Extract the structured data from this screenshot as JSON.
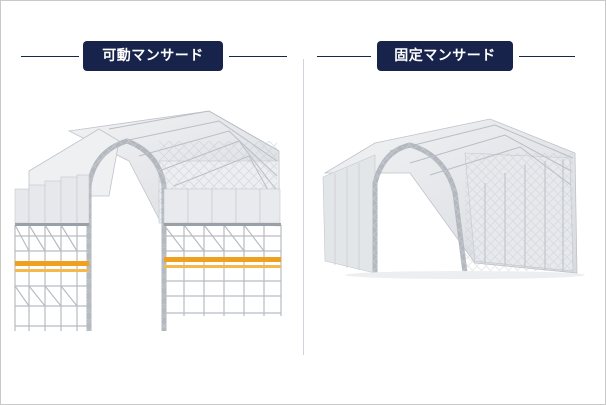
{
  "panels": {
    "left": {
      "title": "可動マンサード",
      "illustration": "movable-mansard-tent"
    },
    "right": {
      "title": "固定マンサード",
      "illustration": "fixed-mansard-tent"
    }
  },
  "colors": {
    "badge_bg": "#17234b",
    "badge_text": "#ffffff",
    "header_line": "#18254d",
    "scaffold_accent": "#f0a020",
    "membrane": "#e9ebee",
    "truss": "#c8ccd2"
  }
}
